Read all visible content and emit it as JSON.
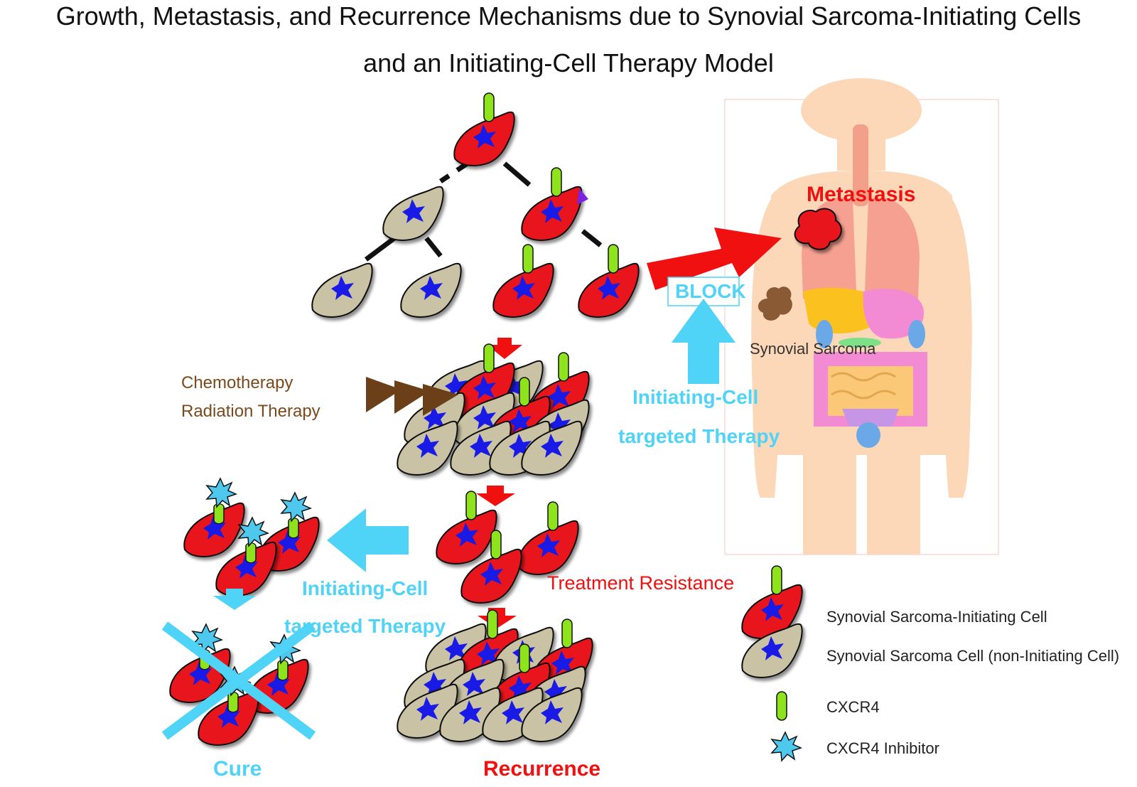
{
  "title": {
    "line1": "Growth, Metastasis, and Recurrence Mechanisms due to Synovial Sarcoma-Initiating Cells",
    "line2": "and an Initiating-Cell Therapy Model"
  },
  "labels": {
    "metastasis": "Metastasis",
    "block": "BLOCK",
    "synovial_sarcoma": "Synovial Sarcoma",
    "chemotherapy": "Chemotherapy",
    "radiation_therapy": "Radiation Therapy",
    "targeted_line1_right": "Initiating-Cell",
    "targeted_line2_right": "targeted Therapy",
    "targeted_line1_left": "Initiating-Cell",
    "targeted_line2_left": "targeted Therapy",
    "treatment_resistance": "Treatment Resistance",
    "cure": "Cure",
    "recurrence": "Recurrence"
  },
  "legend": [
    {
      "icon": "initiating-cell-icon",
      "label": "Synovial Sarcoma-Initiating Cell"
    },
    {
      "icon": "non-initiating-cell-icon",
      "label": "Synovial Sarcoma Cell (non-Initiating Cell)"
    },
    {
      "icon": "cxcr4-icon",
      "label": "CXCR4"
    },
    {
      "icon": "cxcr4-inhibitor-icon",
      "label": "CXCR4 Inhibitor"
    }
  ],
  "colors": {
    "initiating_cell": "#e8141c",
    "non_initiating_cell": "#c9c2a4",
    "nucleus": "#1a1ae6",
    "cxcr4": "#8ee31c",
    "inhibitor": "#4fc8ee",
    "targeted_therapy": "#4fd3f7",
    "metastasis_arrow": "#f01010",
    "chemo_arrow": "#6b3f17",
    "tumor": "#8a5a35"
  }
}
